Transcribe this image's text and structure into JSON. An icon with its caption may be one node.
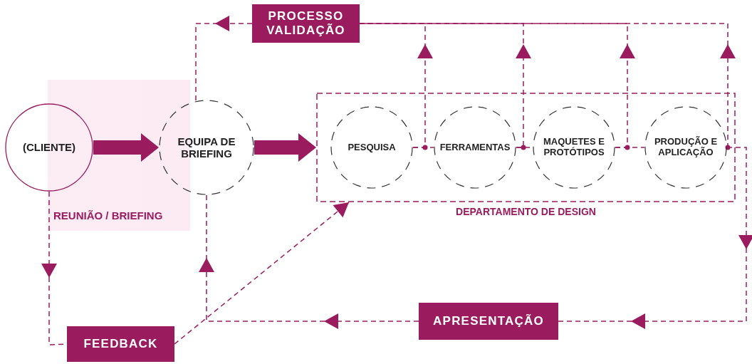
{
  "diagram": {
    "nodes": [
      {
        "text": [
          "(CLIENTE)"
        ]
      },
      {
        "text": [
          "EQUIPA DE BRIEFING"
        ]
      },
      {
        "text": [
          "PROCESSO VALIDAÇÃO"
        ]
      },
      {
        "text": [
          "DEPARTAMENTO DE DESIGN"
        ]
      },
      {
        "text": [
          "PESQUISA"
        ],
        "in": 3
      },
      {
        "text": [
          "FERRAMENTAS"
        ],
        "in": 3
      },
      {
        "text": [
          "MAQUETES E PROTÓTIPOS"
        ],
        "in": 3
      },
      {
        "text": [
          "PRODUÇÃO  E APLICAÇÃO"
        ],
        "in": 3
      },
      {
        "text": [
          "APRESENTAÇÃO"
        ]
      },
      {
        "text": [
          "FEEDBACK"
        ]
      }
    ],
    "edges": [
      {
        "from": 0,
        "to": 1,
        "arrow": "to",
        "style": "thick"
      },
      {
        "from": 1,
        "to": 3,
        "arrow": "to",
        "style": "thick"
      },
      {
        "from": 4,
        "to": 5,
        "arrow": "none",
        "style": "dashed"
      },
      {
        "from": 5,
        "to": 6,
        "arrow": "none",
        "style": "dashed"
      },
      {
        "from": 6,
        "to": 7,
        "arrow": "none",
        "style": "dashed"
      },
      {
        "from": 4,
        "to": 2,
        "arrow": "to",
        "style": "dashed"
      },
      {
        "from": 5,
        "to": 2,
        "arrow": "to",
        "style": "dashed"
      },
      {
        "from": 6,
        "to": 2,
        "arrow": "to",
        "style": "dashed"
      },
      {
        "from": 7,
        "to": 2,
        "arrow": "to",
        "style": "dashed"
      },
      {
        "from": 2,
        "to": 1,
        "arrow": "to",
        "style": "dashed"
      },
      {
        "from": 7,
        "to": 8,
        "arrow": "to",
        "style": "dashed"
      },
      {
        "from": 8,
        "to": 1,
        "arrow": "to",
        "style": "dashed"
      },
      {
        "from": 0,
        "to": 9,
        "arrow": "to",
        "style": "dashed"
      },
      {
        "from": 9,
        "to": 3,
        "arrow": "to",
        "style": "dashed"
      }
    ],
    "labels": [
      "REUNIÃO / BRIEFING"
    ]
  }
}
